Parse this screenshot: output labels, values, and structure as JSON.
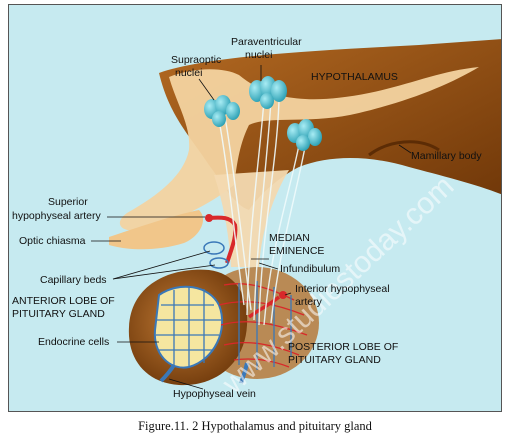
{
  "caption": "Figure.11. 2  Hypothalamus and pituitary gland",
  "labels": {
    "supraoptic_1": "Supraoptic",
    "supraoptic_2": "nuclei",
    "paraventricular_1": "Paraventricular",
    "paraventricular_2": "nuclei",
    "hypothalamus": "HYPOTHALAMUS",
    "mamillary": "Mamillary body",
    "superior_1": "Superior",
    "superior_2": "hypophyseal artery",
    "optic": "Optic chiasma",
    "median_1": "MEDIAN",
    "median_2": "EMINENCE",
    "infundibulum": "Infundibulum",
    "capillary": "Capillary beds",
    "anterior_1": "ANTERIOR LOBE OF",
    "anterior_2": "PITUITARY GLAND",
    "interior_1": "Interior hypophyseal",
    "interior_2": "artery",
    "endocrine": "Endocrine cells",
    "posterior_1": "POSTERIOR LOBE OF",
    "posterior_2": "PITUITARY GLAND",
    "vein": "Hypophyseal vein"
  },
  "watermark": "www.studiestoday.com",
  "colors": {
    "background": "#c6eaf0",
    "hypothalamus": "#8a4a12",
    "tissue_light": "#f3d3a0",
    "neurons": "#55c3d3",
    "artery": "#d8282a",
    "vein": "#3a78b8",
    "endocrine": "#f5e6a0"
  }
}
